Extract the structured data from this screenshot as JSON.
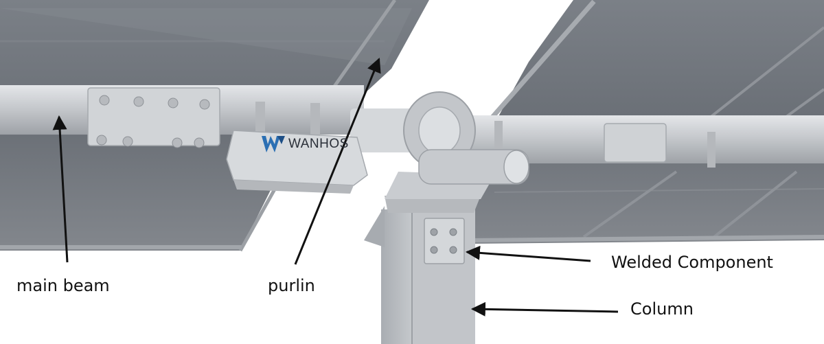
{
  "brand": {
    "name": "WANHOS",
    "logo_icon": "w-logo-icon",
    "logo_color": "#2b6fb3"
  },
  "labels": {
    "main_beam": "main beam",
    "purlin": "purlin",
    "welded_component": "Welded Component",
    "column": "Column"
  },
  "colors": {
    "panel": "#6e737a",
    "steel": "#c9ccd0",
    "arrow": "#111111"
  }
}
